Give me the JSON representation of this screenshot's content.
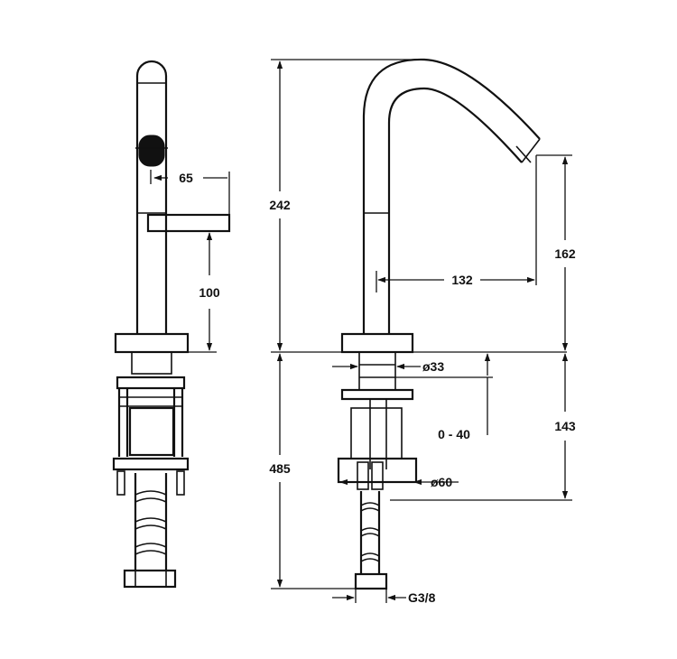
{
  "dimensions": {
    "handle_reach": "65",
    "handle_height": "100",
    "total_height": "242",
    "spout_reach": "132",
    "spout_height": "162",
    "body_diameter": "ø33",
    "clamping_range": "0 - 40",
    "below_deck_height": "143",
    "base_diameter": "ø60",
    "overall_length": "485",
    "connection_thread": "G3/8"
  }
}
